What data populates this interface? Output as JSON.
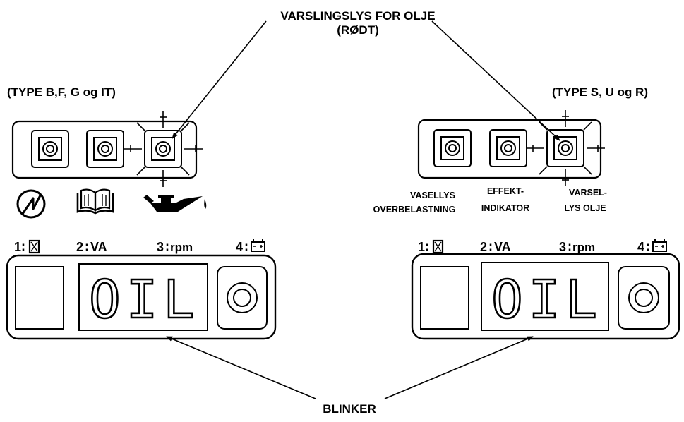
{
  "callouts": {
    "oil_warning_line1": "VARSLINGSLYS FOR OLJE",
    "oil_warning_line2": "(RØDT)",
    "blink": "BLINKER"
  },
  "left_panel": {
    "type_label": "(TYPE B,F, G og IT)",
    "icons": [
      "overload-icon",
      "book-icon",
      "oil-can-icon"
    ],
    "modes": [
      {
        "num": "1",
        "symbol": "hourglass-icon"
      },
      {
        "num": "2",
        "text": "VA"
      },
      {
        "num": "3",
        "text": "rpm"
      },
      {
        "num": "4",
        "symbol": "battery-icon"
      }
    ],
    "display_text": "OIL"
  },
  "right_panel": {
    "type_label": "(TYPE S, U og R)",
    "lamp_labels": {
      "overload_line1": "VASELLYS",
      "overload_line2": "OVERBELASTNING",
      "output_line1": "EFFEKT-",
      "output_line2": "INDIKATOR",
      "oil_line1": "VARSEL-",
      "oil_line2": "LYS OLJE"
    },
    "modes": [
      {
        "num": "1",
        "symbol": "hourglass-icon"
      },
      {
        "num": "2",
        "text": "VA"
      },
      {
        "num": "3",
        "text": "rpm"
      },
      {
        "num": "4",
        "symbol": "battery-icon"
      }
    ],
    "display_text": "OIL"
  },
  "colors": {
    "ink": "#000000",
    "background": "#ffffff"
  }
}
